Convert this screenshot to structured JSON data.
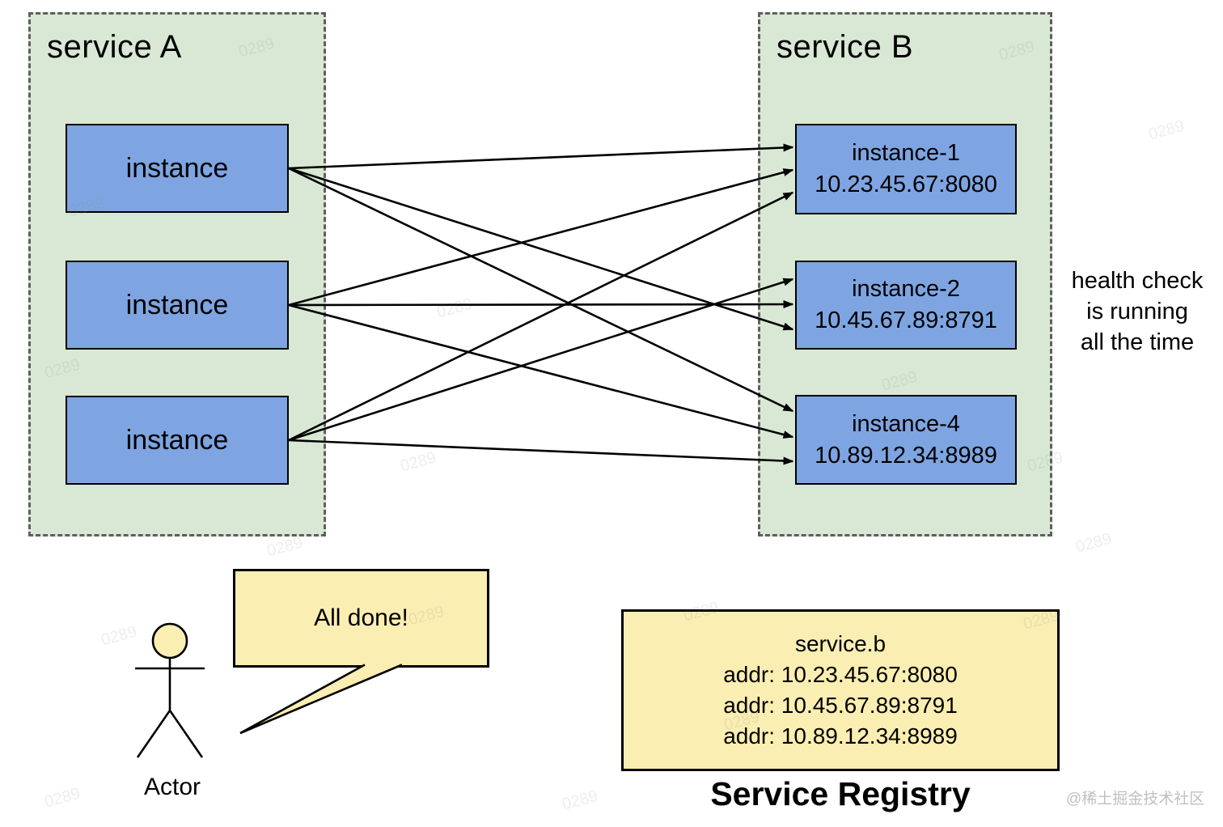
{
  "service_a": {
    "title": "service A",
    "instances": [
      {
        "label": "instance"
      },
      {
        "label": "instance"
      },
      {
        "label": "instance"
      }
    ]
  },
  "service_b": {
    "title": "service B",
    "instances": [
      {
        "name": "instance-1",
        "addr": "10.23.45.67:8080"
      },
      {
        "name": "instance-2",
        "addr": "10.45.67.89:8791"
      },
      {
        "name": "instance-4",
        "addr": "10.89.12.34:8989"
      }
    ]
  },
  "health_note": {
    "lines": [
      "health check",
      "is running",
      "all the time"
    ]
  },
  "actor": {
    "label": "Actor",
    "speech": "All done!"
  },
  "registry": {
    "service_name": "service.b",
    "entries": [
      "addr: 10.23.45.67:8080",
      "addr: 10.45.67.89:8791",
      "addr: 10.89.12.34:8989"
    ],
    "caption": "Service Registry"
  },
  "watermarks": {
    "diagonal": "0289",
    "credit": "@稀土掘金技术社区"
  },
  "colors": {
    "group_fill": "#d8e8d4",
    "group_border": "#5f5f5f",
    "instance_fill": "#7ea5e2",
    "note_fill": "#faeeb2",
    "line": "#000000"
  }
}
